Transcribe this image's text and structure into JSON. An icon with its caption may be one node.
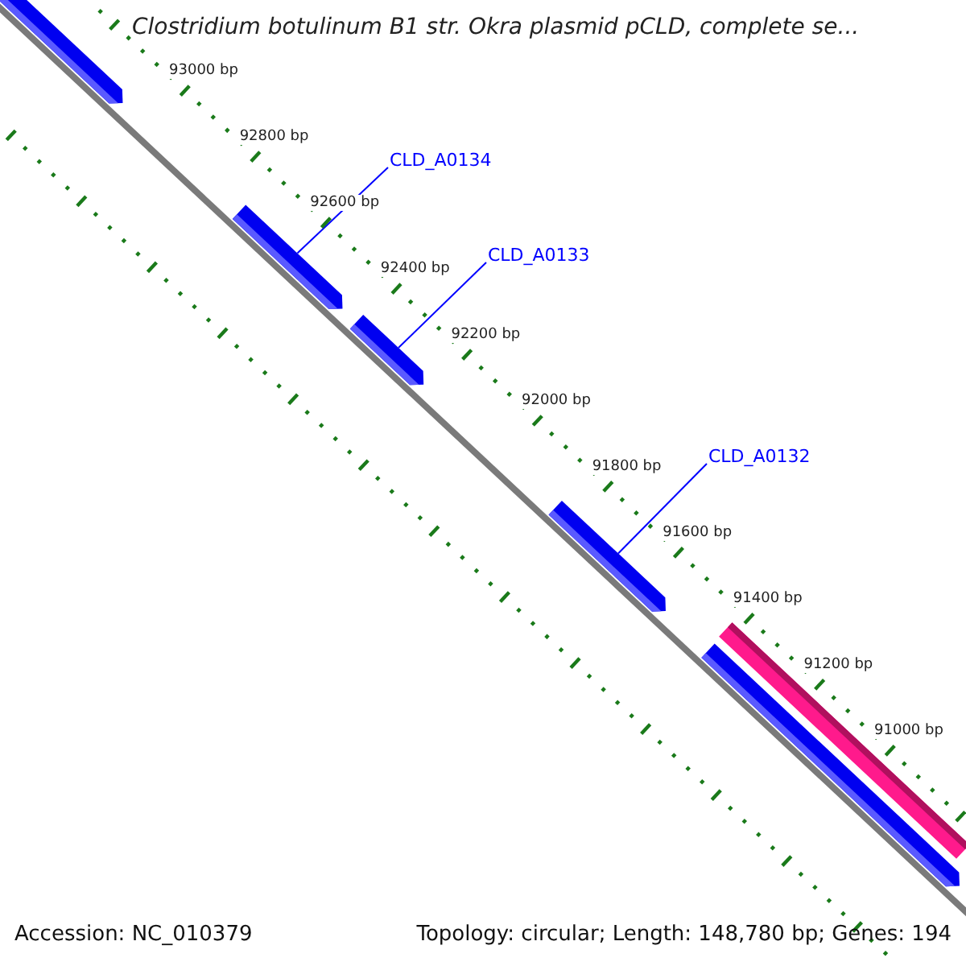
{
  "diagram": {
    "title": "Clostridium botulinum B1 str. Okra plasmid pCLD, complete se...",
    "nodes": [
      {
        "text": [
          "CLD_A0134"
        ]
      },
      {
        "text": [
          "CLD_A0133"
        ]
      },
      {
        "text": [
          "CLD_A0132"
        ]
      },
      {
        "text": [],
        "shape": "arrow"
      },
      {
        "text": [],
        "shape": "arrow"
      },
      {
        "text": [],
        "shape": "arrow"
      },
      {
        "text": [],
        "shape": "arrow"
      },
      {
        "text": [],
        "shape": "bar"
      },
      {
        "text": [],
        "shape": "arrow"
      }
    ],
    "edges": [
      {
        "from": 0,
        "to": 4,
        "arrow": "none"
      },
      {
        "from": 1,
        "to": 5,
        "arrow": "none"
      },
      {
        "from": 2,
        "to": 6,
        "arrow": "none"
      }
    ],
    "labels": [
      "93000 bp",
      "92800 bp",
      "92600 bp",
      "92400 bp",
      "92200 bp",
      "92000 bp",
      "91800 bp",
      "91600 bp",
      "91400 bp",
      "91200 bp",
      "91000 bp",
      "Accession: NC_010379",
      "Topology: circular; Length: 148,780 bp; Genes: 194"
    ]
  }
}
